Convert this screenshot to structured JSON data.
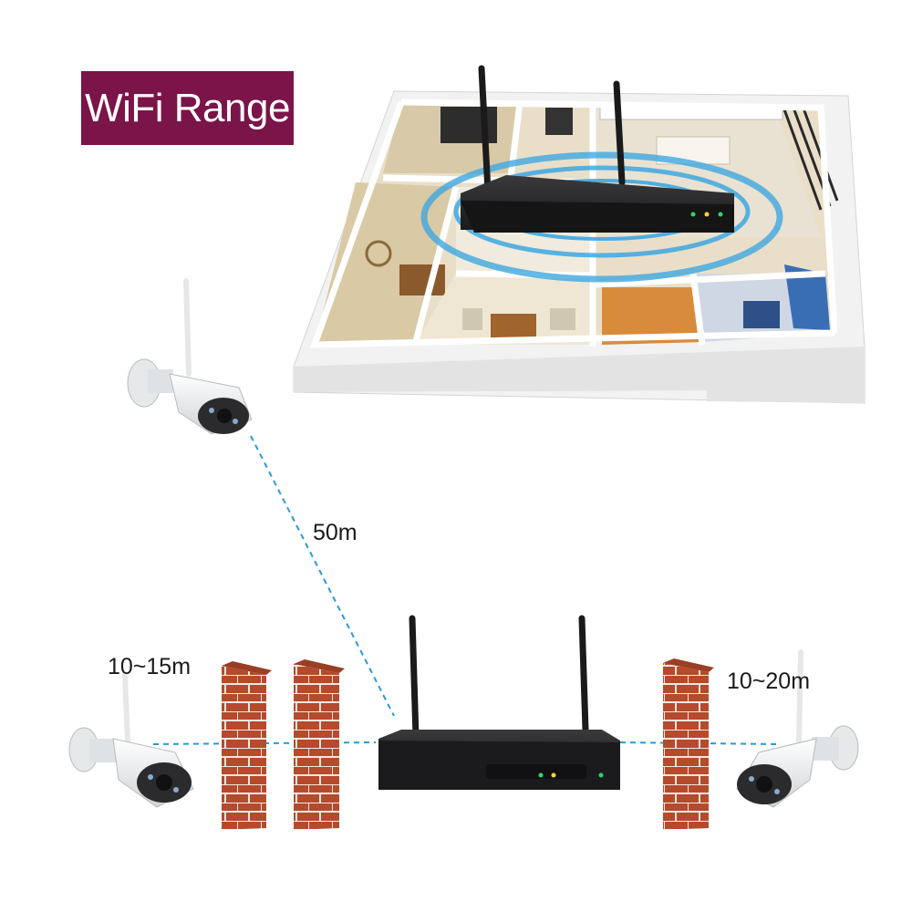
{
  "title": "WiFi Range",
  "distances": {
    "long_range": "50m",
    "left_wall_range": "10~15m",
    "right_wall_range": "10~20m"
  },
  "colors": {
    "title_bg": "#7b1448",
    "title_text": "#ffffff",
    "dashed_line": "#2a9ad6",
    "brick": "#b54a2c",
    "mortar": "#ffffff",
    "nvr_body": "#1c1c1e",
    "wifi_ring": "#3ea7e0"
  },
  "icons": {
    "floorplan": "house-floorplan-image",
    "nvr": "wifi-nvr-recorder-icon",
    "camera": "bullet-camera-icon",
    "wall": "brick-wall-icon"
  }
}
